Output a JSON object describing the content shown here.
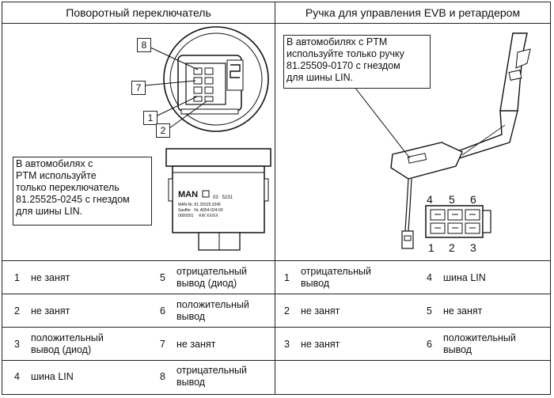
{
  "left": {
    "header": "Поворотный переключатель",
    "note": [
      "В автомобилях с",
      "PTM используйте",
      "только переключатель",
      "81.25525-0245 с гнездом",
      "для шины LIN."
    ],
    "callouts": [
      "8",
      "7",
      "1",
      "2"
    ],
    "switch_markings": {
      "brand": "MAN",
      "code": "03   5231",
      "line1": "MAN-Nr. 81.25525.0245",
      "line2": "Sauffer   Nr. A954-024-00",
      "line3": "0000001     KW XX/XX"
    }
  },
  "right": {
    "header": "Ручка для управления EVB и ретардером",
    "note": [
      "В автомобилях с PTM",
      "используйте только ручку",
      "81.25509-0170 с гнездом",
      "для шины LIN."
    ],
    "pins_top": [
      "4",
      "5",
      "6"
    ],
    "pins_bottom": [
      "1",
      "2",
      "3"
    ]
  },
  "left_rows": [
    {
      "n1": "1",
      "t1": [
        "не занят"
      ],
      "n2": "5",
      "t2": [
        "отрицательный",
        "вывод (диод)"
      ]
    },
    {
      "n1": "2",
      "t1": [
        "не занят"
      ],
      "n2": "6",
      "t2": [
        "положительный",
        "вывод"
      ]
    },
    {
      "n1": "3",
      "t1": [
        "положительный",
        "вывод (диод)"
      ],
      "n2": "7",
      "t2": [
        "не занят"
      ]
    },
    {
      "n1": "4",
      "t1": [
        "шина LIN"
      ],
      "n2": "8",
      "t2": [
        "отрицательный",
        "вывод"
      ]
    }
  ],
  "right_rows": [
    {
      "n1": "1",
      "t1": [
        "отрицательный",
        "вывод"
      ],
      "n2": "4",
      "t2": [
        "шина LIN"
      ]
    },
    {
      "n1": "2",
      "t1": [
        "не занят"
      ],
      "n2": "5",
      "t2": [
        "не занят"
      ]
    },
    {
      "n1": "3",
      "t1": [
        "не занят"
      ],
      "n2": "6",
      "t2": [
        "положительный",
        "вывод"
      ]
    },
    {
      "n1": "",
      "t1": [
        ""
      ],
      "n2": "",
      "t2": [
        ""
      ]
    }
  ]
}
